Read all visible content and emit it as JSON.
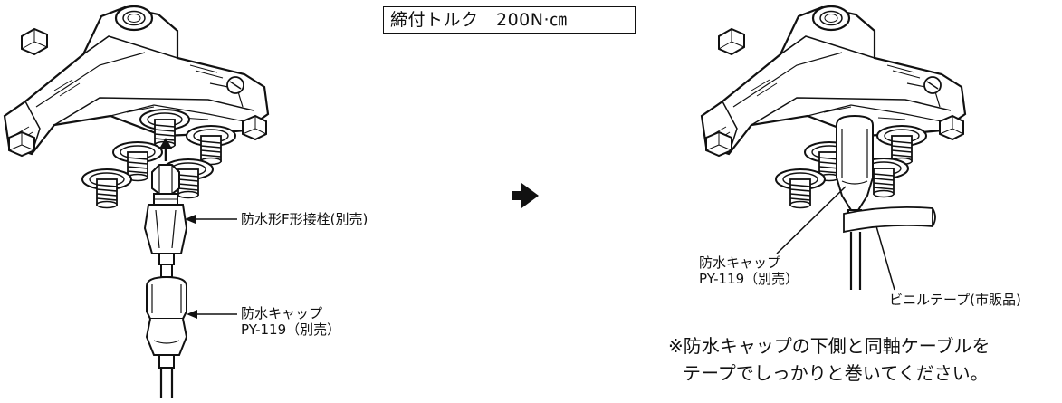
{
  "torque_label": "締付トルク　200N·㎝",
  "left": {
    "connector_label": "防水形F形接栓(別売)",
    "cap_label_line1": "防水キャップ",
    "cap_label_line2": "PY-119（別売）"
  },
  "right": {
    "cap_label_line1": "防水キャップ",
    "cap_label_line2": "PY-119（別売）",
    "tape_label": "ビニルテープ(市販品)"
  },
  "note": {
    "line1": "※防水キャップの下側と同軸ケーブルを",
    "line2": "テープでしっかりと巻いてください。"
  },
  "icons": {
    "arrow": "right-arrow-icon"
  }
}
